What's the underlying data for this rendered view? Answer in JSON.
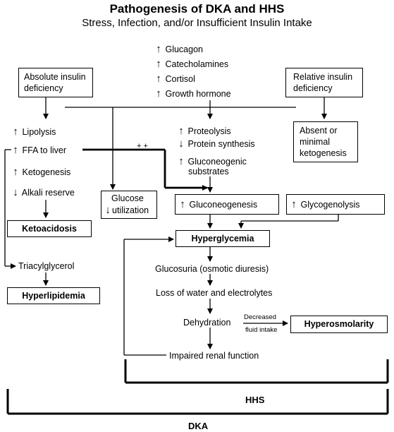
{
  "title": "Pathogenesis of DKA and HHS",
  "subtitle": "Stress, Infection, and/or Insufficient Insulin Intake",
  "hormones": {
    "glucagon": "Glucagon",
    "catecholamines": "Catecholamines",
    "cortisol": "Cortisol",
    "growth_hormone": "Growth hormone"
  },
  "absolute_deficiency": {
    "line1": "Absolute insulin",
    "line2": "deficiency"
  },
  "relative_deficiency": {
    "line1": "Relative insulin",
    "line2": "deficiency"
  },
  "left_chain": {
    "lipolysis": "Lipolysis",
    "ffa": "FFA to liver",
    "ketogenesis": "Ketogenesis",
    "alkali": "Alkali reserve",
    "ketoacidosis": "Ketoacidosis",
    "triacylglycerol": "Triacylglycerol",
    "hyperlipidemia": "Hyperlipidemia"
  },
  "plus_plus": "+ +",
  "glucose_box": {
    "line1": "Glucose",
    "line2": "utilization"
  },
  "middle": {
    "proteolysis": "Proteolysis",
    "protein_synthesis": "Protein synthesis",
    "gluconeogenic1": "Gluconeogenic",
    "gluconeogenic2": "substrates"
  },
  "absent_box": {
    "line1": "Absent or",
    "line2": "minimal",
    "line3": "ketogenesis"
  },
  "gluconeogenesis": "Gluconeogenesis",
  "glycogenolysis": "Glycogenolysis",
  "hyperglycemia": "Hyperglycemia",
  "chain": {
    "glucosuria": "Glucosuria (osmotic diuresis)",
    "loss": "Loss of water and electrolytes",
    "dehydration": "Dehydration",
    "decreased1": "Decreased",
    "decreased2": "fluid intake",
    "hyperosmolarity": "Hyperosmolarity",
    "impaired": "Impaired renal function"
  },
  "hhs_label": "HHS",
  "dka_label": "DKA"
}
